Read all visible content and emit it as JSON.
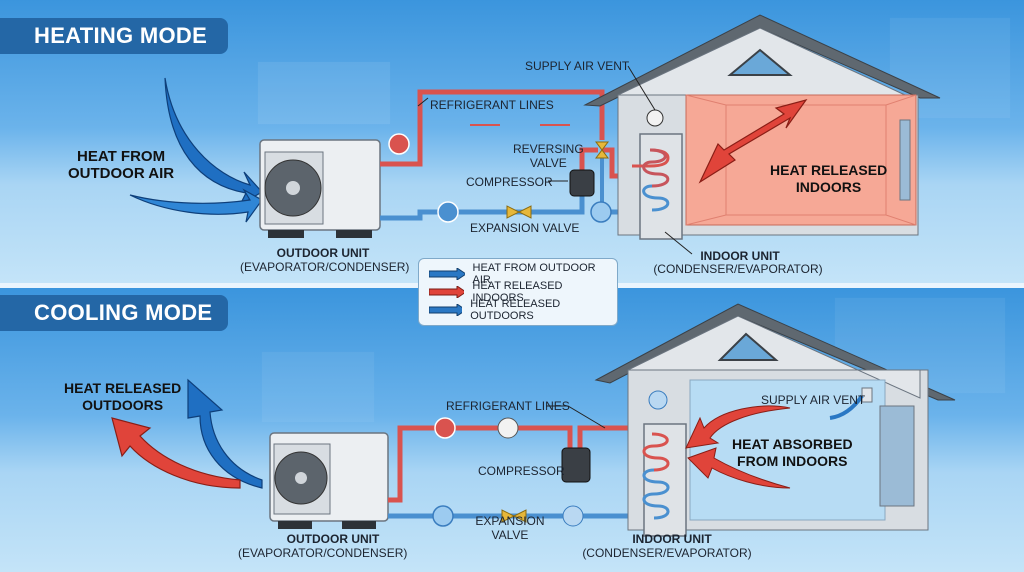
{
  "heating": {
    "title": "HEATING MODE",
    "outdoor_air_label": [
      "HEAT FROM",
      "OUTDOOR AIR"
    ],
    "refrigerant_lines": "REFRIGERANT LINES",
    "supply_air_vent": "SUPPLY AIR VENT",
    "reversing_valve": [
      "REVERSING",
      "VALVE"
    ],
    "compressor": "COMPRESSOR",
    "expansion_valve": "EXPANSION VALVE",
    "outdoor_unit": "OUTDOOR UNIT",
    "outdoor_unit_sub": "(EVAPORATOR/CONDENSER)",
    "indoor_unit": "INDOOR UNIT",
    "indoor_unit_sub": "(CONDENSER/EVAPORATOR)",
    "indoor_label": [
      "HEAT RELEASED",
      "INDOORS"
    ]
  },
  "cooling": {
    "title": "COOLING MODE",
    "outdoor_label": [
      "HEAT RELEASED",
      "OUTDOORS"
    ],
    "refrigerant_lines": "REFRIGERANT LINES",
    "supply_air_vent": "SUPPLY AIR VENT",
    "compressor": "COMPRESSOR",
    "expansion_valve": [
      "EXPANSION",
      "VALVE"
    ],
    "outdoor_unit": "OUTDOOR UNIT",
    "outdoor_unit_sub": "(EVAPORATOR/CONDENSER)",
    "indoor_unit": "INDOOR UNIT",
    "indoor_unit_sub": "(CONDENSER/EVAPORATOR)",
    "indoor_label": [
      "HEAT ABSORBED",
      "FROM INDOORS"
    ]
  },
  "legend": [
    {
      "label": "HEAT FROM OUTDOOR AIR",
      "color": "#2a78c4"
    },
    {
      "label": "HEAT RELEASED INDOORS",
      "color": "#e0443a"
    },
    {
      "label": "HEAT RELEASED OUTDOORS",
      "color": "#2a78c4"
    }
  ],
  "colors": {
    "hot_line": "#d9534f",
    "cold_line": "#4a90d0",
    "banner": "#2467a6",
    "heated_room": "#f6a896",
    "cooled_room": "#b7dcf4"
  }
}
